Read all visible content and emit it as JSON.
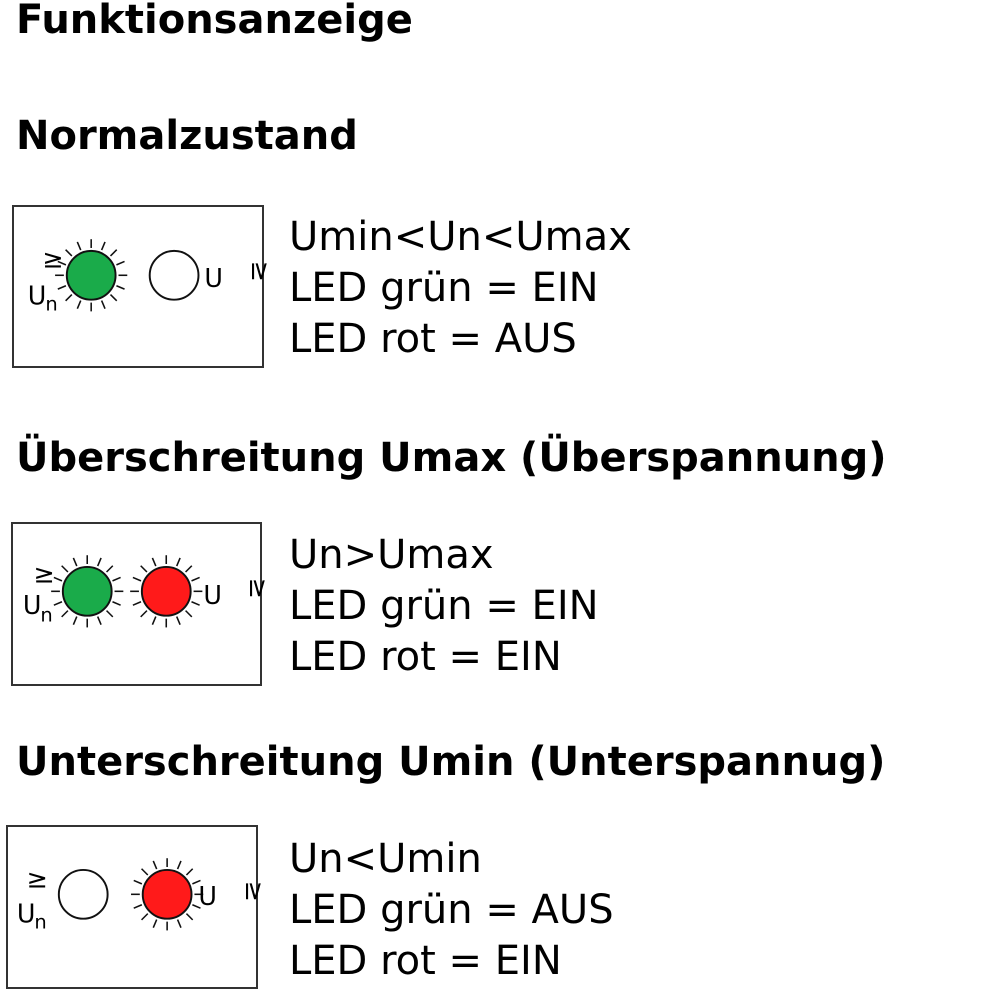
{
  "title": "Funktionsanzeige",
  "glyphs": {
    "ge": "≥",
    "u": "U",
    "n": "n"
  },
  "colors": {
    "led_green": "#1aab4a",
    "led_red": "#ff1a1a",
    "led_off": "#ffffff",
    "frame": "#333333"
  },
  "sections": [
    {
      "heading": "Normalzustand",
      "lines": [
        "Umin<Un<Umax",
        "LED grün = EIN",
        "LED rot = AUS"
      ],
      "led_green_on": true,
      "led_red_on": false
    },
    {
      "heading": "Überschreitung Umax (Überspannung)",
      "lines": [
        "Un>Umax",
        "LED grün = EIN",
        "LED rot = EIN"
      ],
      "led_green_on": true,
      "led_red_on": true
    },
    {
      "heading": "Unterschreitung Umin (Unterspannug)",
      "lines": [
        "Un<Umin",
        "LED grün = AUS",
        "LED rot = EIN"
      ],
      "led_green_on": false,
      "led_red_on": true
    }
  ]
}
